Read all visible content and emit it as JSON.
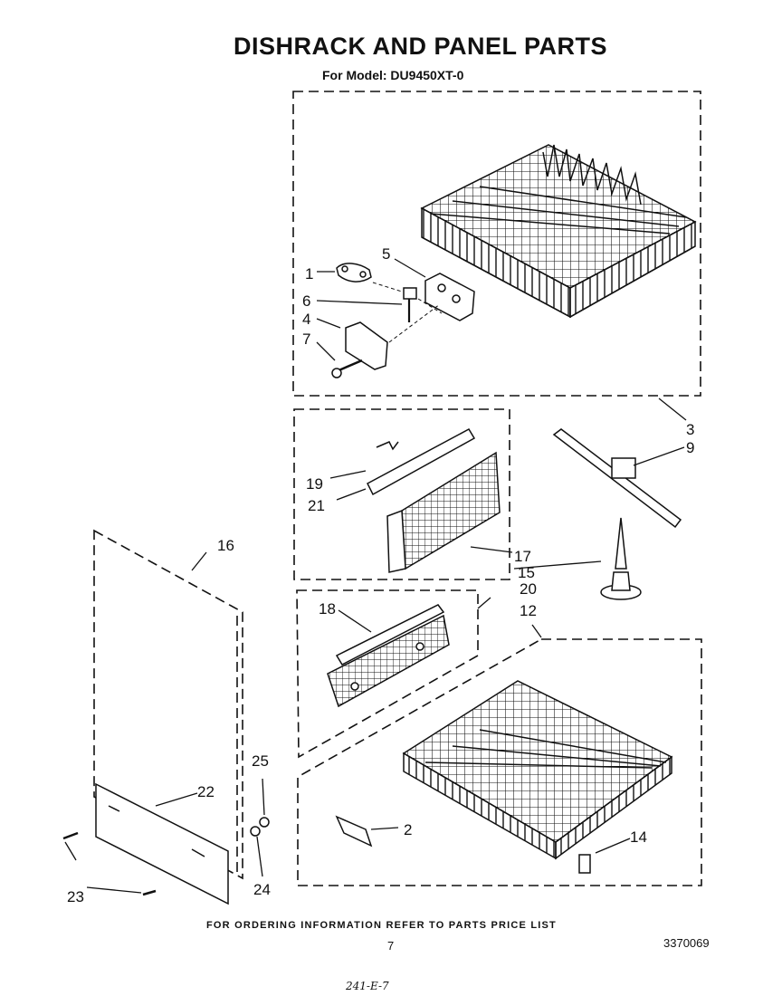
{
  "title": "DISHRACK AND PANEL PARTS",
  "subtitle": "For Model: DU9450XT-0",
  "footer_note": "FOR ORDERING INFORMATION REFER TO PARTS PRICE LIST",
  "page_number": "7",
  "document_number": "3370069",
  "handwritten_note": "241-E-7",
  "callouts": {
    "c1": "1",
    "c2": "2",
    "c3": "3",
    "c4": "4",
    "c5": "5",
    "c6": "6",
    "c7": "7",
    "c9": "9",
    "c12": "12",
    "c14": "14",
    "c15": "15",
    "c16": "16",
    "c17": "17",
    "c18": "18",
    "c19": "19",
    "c20": "20",
    "c21": "21",
    "c22": "22",
    "c23": "23",
    "c24": "24",
    "c25": "25"
  }
}
